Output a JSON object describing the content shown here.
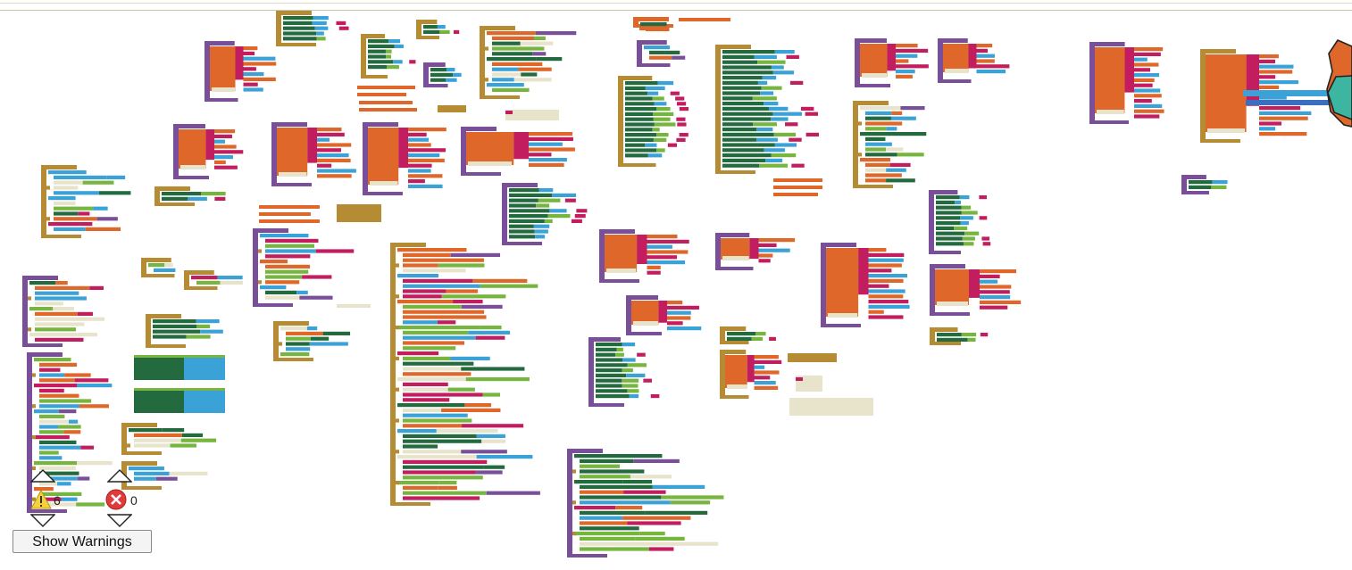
{
  "workspace": {
    "palette": {
      "control": "#b58b34",
      "procedure": "#7a4f99",
      "orange_event": "#e0672a",
      "magenta": "#c21d5f",
      "light_blue": "#3ba2d8",
      "dark_green": "#236b3e",
      "lime": "#76b53e",
      "text_beige": "#e8e4cc",
      "component_blue": "#3a6fc0",
      "teal": "#3cb6a0"
    }
  },
  "indicators": {
    "warning_count": "6",
    "error_count": "0",
    "warning_icon": "warning-triangle-icon",
    "error_icon": "error-x-circle-icon"
  },
  "buttons": {
    "show_warnings_label": "Show Warnings"
  }
}
